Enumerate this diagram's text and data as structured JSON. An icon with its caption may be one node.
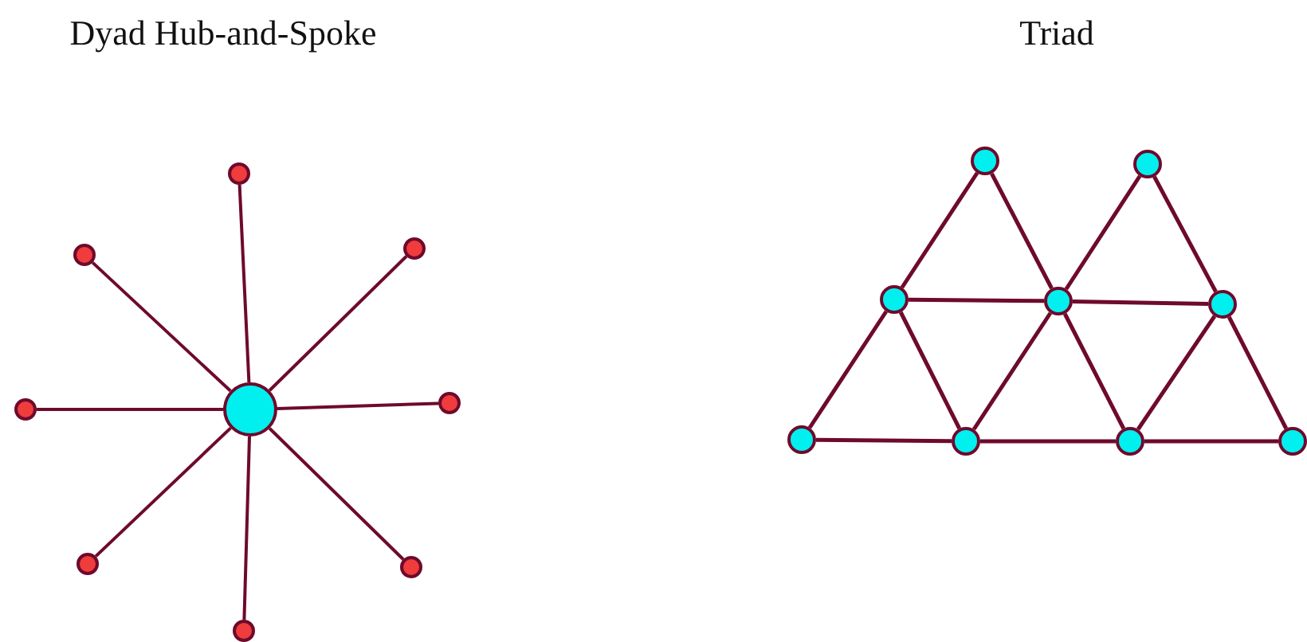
{
  "diagram": {
    "nodes": [
      {
        "text": [],
        "shape": "circle"
      },
      {
        "text": [],
        "shape": "circle"
      },
      {
        "text": [],
        "shape": "circle"
      },
      {
        "text": [],
        "shape": "circle"
      },
      {
        "text": [],
        "shape": "circle"
      },
      {
        "text": [],
        "shape": "circle"
      },
      {
        "text": [],
        "shape": "circle"
      },
      {
        "text": [],
        "shape": "circle"
      },
      {
        "text": [],
        "shape": "circle"
      },
      {
        "text": [],
        "shape": "circle"
      },
      {
        "text": [],
        "shape": "circle"
      },
      {
        "text": [],
        "shape": "circle"
      },
      {
        "text": [],
        "shape": "circle"
      },
      {
        "text": [],
        "shape": "circle"
      },
      {
        "text": [],
        "shape": "circle"
      },
      {
        "text": [],
        "shape": "circle"
      },
      {
        "text": [],
        "shape": "circle"
      },
      {
        "text": [],
        "shape": "circle"
      }
    ],
    "edges": [
      {
        "from": 0,
        "to": 1,
        "arrow": "none"
      },
      {
        "from": 0,
        "to": 2,
        "arrow": "none"
      },
      {
        "from": 0,
        "to": 3,
        "arrow": "none"
      },
      {
        "from": 0,
        "to": 4,
        "arrow": "none"
      },
      {
        "from": 0,
        "to": 5,
        "arrow": "none"
      },
      {
        "from": 0,
        "to": 6,
        "arrow": "none"
      },
      {
        "from": 0,
        "to": 7,
        "arrow": "none"
      },
      {
        "from": 0,
        "to": 8,
        "arrow": "none"
      },
      {
        "from": 9,
        "to": 11,
        "arrow": "none"
      },
      {
        "from": 9,
        "to": 12,
        "arrow": "none"
      },
      {
        "from": 10,
        "to": 12,
        "arrow": "none"
      },
      {
        "from": 10,
        "to": 13,
        "arrow": "none"
      },
      {
        "from": 11,
        "to": 12,
        "arrow": "none"
      },
      {
        "from": 12,
        "to": 13,
        "arrow": "none"
      },
      {
        "from": 11,
        "to": 14,
        "arrow": "none"
      },
      {
        "from": 11,
        "to": 15,
        "arrow": "none"
      },
      {
        "from": 12,
        "to": 15,
        "arrow": "none"
      },
      {
        "from": 12,
        "to": 16,
        "arrow": "none"
      },
      {
        "from": 13,
        "to": 16,
        "arrow": "none"
      },
      {
        "from": 13,
        "to": 17,
        "arrow": "none"
      },
      {
        "from": 14,
        "to": 15,
        "arrow": "none"
      },
      {
        "from": 15,
        "to": 16,
        "arrow": "none"
      },
      {
        "from": 16,
        "to": 17,
        "arrow": "none"
      }
    ],
    "labels": [
      "Dyad Hub-and-Spoke",
      "Triad"
    ]
  }
}
